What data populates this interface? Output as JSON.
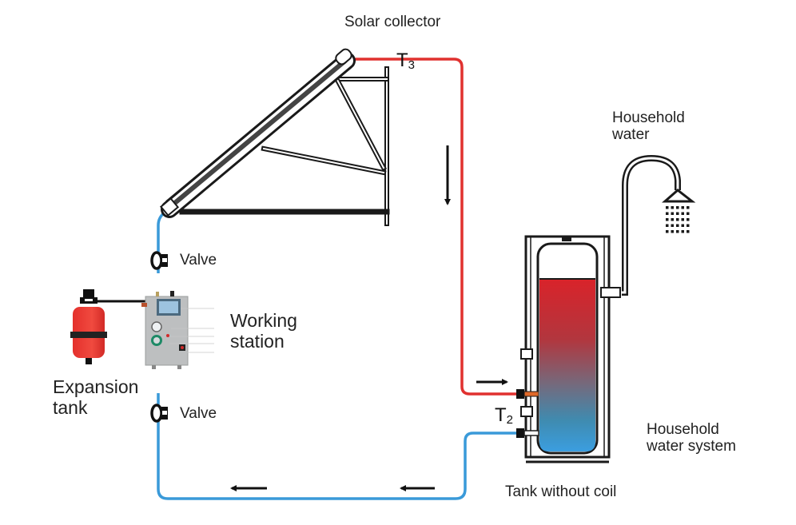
{
  "diagram": {
    "title": "Solar water heating system with tank without coil",
    "colors": {
      "hot_pipe": "#e0312f",
      "cold_pipe": "#3a9ad9",
      "frame": "#1a1a1a",
      "expansion_tank": "#e8302c",
      "tank_hot": "#d6262a",
      "tank_mid": "#7a6a7a",
      "tank_cold": "#3a9ad9",
      "station_body": "#b9bcbd",
      "text": "#222222"
    },
    "labels": {
      "solar_collector": "Solar collector",
      "household_water_line1": "Household",
      "household_water_line2": "water",
      "valve_top": "Valve",
      "valve_bottom": "Valve",
      "working_station_line1": "Working",
      "working_station_line2": "station",
      "expansion_tank_line1": "Expansion",
      "expansion_tank_line2": "tank",
      "household_water_system_line1": "Household",
      "household_water_system_line2": "water system",
      "tank_without_coil": "Tank without coil"
    },
    "sensors": {
      "t3": {
        "letter": "T",
        "index": "3"
      },
      "t2": {
        "letter": "T",
        "index": "2"
      }
    },
    "flow_arrows": [
      {
        "id": "hot-down",
        "direction": "down"
      },
      {
        "id": "hot-into-tank",
        "direction": "right"
      },
      {
        "id": "cold-return-right",
        "direction": "left"
      },
      {
        "id": "cold-return-left",
        "direction": "left"
      }
    ],
    "components": [
      {
        "id": "solar-collector",
        "name": "Solar collector"
      },
      {
        "id": "valve-top",
        "name": "Valve"
      },
      {
        "id": "working-station",
        "name": "Working station"
      },
      {
        "id": "expansion-tank",
        "name": "Expansion tank"
      },
      {
        "id": "valve-bottom",
        "name": "Valve"
      },
      {
        "id": "storage-tank",
        "name": "Tank without coil"
      },
      {
        "id": "shower-head",
        "name": "Household water"
      }
    ]
  }
}
